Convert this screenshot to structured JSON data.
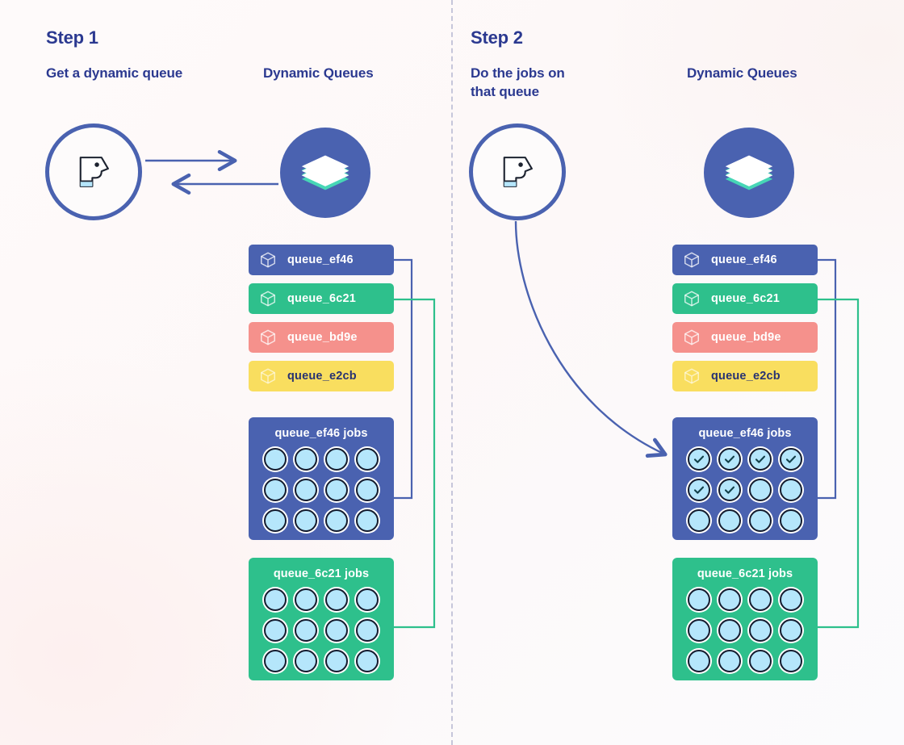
{
  "colors": {
    "navy_text": "#2b3990",
    "blue": "#4a62b0",
    "green": "#2ec08c",
    "salmon": "#f5918c",
    "yellow": "#f9de5f",
    "job_fill": "#b5e6fb",
    "job_stroke": "#141b2e",
    "check": "#12404a",
    "divider": "#c6c6da",
    "background": "#fdf8f8"
  },
  "steps": [
    {
      "title": "Step 1",
      "left_label": "Get a dynamic queue",
      "right_label": "Dynamic Queues",
      "actor_icon": "head-profile-icon",
      "queues_icon": "layers-stack-icon",
      "flow": "request-response",
      "arrows": [
        {
          "name": "request-arrow",
          "direction": "right"
        },
        {
          "name": "response-arrow",
          "direction": "left"
        }
      ],
      "chips": [
        {
          "label": "queue_ef46",
          "color": "#4a62b0",
          "text": "#ffffff",
          "icon": "cube-icon"
        },
        {
          "label": "queue_6c21",
          "color": "#2ec08c",
          "text": "#ffffff",
          "icon": "cube-icon"
        },
        {
          "label": "queue_bd9e",
          "color": "#f5918c",
          "text": "#ffffff",
          "icon": "cube-icon"
        },
        {
          "label": "queue_e2cb",
          "color": "#f9de5f",
          "text": "#273272",
          "icon": "cube-icon"
        }
      ],
      "jobboxes": [
        {
          "title": "queue_ef46 jobs",
          "color": "#4a62b0",
          "jobs": 12,
          "done": 0
        },
        {
          "title": "queue_6c21 jobs",
          "color": "#2ec08c",
          "jobs": 12,
          "done": 0
        }
      ]
    },
    {
      "title": "Step 2",
      "left_label": "Do the jobs on that queue",
      "right_label": "Dynamic Queues",
      "actor_icon": "head-profile-icon",
      "queues_icon": "layers-stack-icon",
      "flow": "curved-work-arrow",
      "arrows": [
        {
          "name": "work-curve-arrow",
          "direction": "down-right"
        }
      ],
      "chips": [
        {
          "label": "queue_ef46",
          "color": "#4a62b0",
          "text": "#ffffff",
          "icon": "cube-icon"
        },
        {
          "label": "queue_6c21",
          "color": "#2ec08c",
          "text": "#ffffff",
          "icon": "cube-icon"
        },
        {
          "label": "queue_bd9e",
          "color": "#f5918c",
          "text": "#ffffff",
          "icon": "cube-icon"
        },
        {
          "label": "queue_e2cb",
          "color": "#f9de5f",
          "text": "#273272",
          "icon": "cube-icon"
        }
      ],
      "jobboxes": [
        {
          "title": "queue_ef46 jobs",
          "color": "#4a62b0",
          "jobs": 12,
          "done": 6
        },
        {
          "title": "queue_6c21 jobs",
          "color": "#2ec08c",
          "jobs": 12,
          "done": 0
        }
      ]
    }
  ]
}
